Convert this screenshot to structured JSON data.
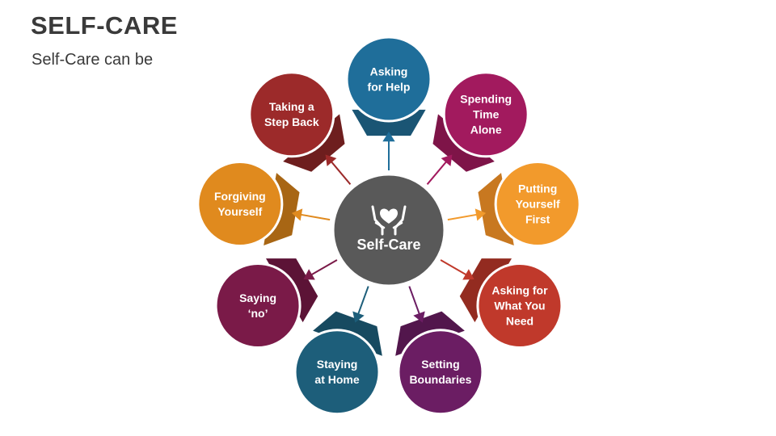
{
  "header": {
    "title": "SELF-CARE",
    "subtitle": "Self-Care can be"
  },
  "center": {
    "label": "Self-Care",
    "icon": "heart-in-hands-icon",
    "color": "#595959"
  },
  "nodes": [
    {
      "id": "asking-for-help",
      "lines": [
        "Asking",
        "for Help"
      ],
      "color": "#1F6E9A",
      "dark": "#1A5574"
    },
    {
      "id": "spending-time-alone",
      "lines": [
        "Spending",
        "Time",
        "Alone"
      ],
      "color": "#A21A5E",
      "dark": "#7E1448"
    },
    {
      "id": "putting-yourself-first",
      "lines": [
        "Putting",
        "Yourself",
        "First"
      ],
      "color": "#F29A2C",
      "dark": "#C87820"
    },
    {
      "id": "asking-for-what-you-need",
      "lines": [
        "Asking for",
        "What You",
        "Need"
      ],
      "color": "#C0392B",
      "dark": "#932B20"
    },
    {
      "id": "setting-boundaries",
      "lines": [
        "Setting",
        "Boundaries"
      ],
      "color": "#6B1D63",
      "dark": "#52164C"
    },
    {
      "id": "staying-at-home",
      "lines": [
        "Staying",
        "at Home"
      ],
      "color": "#1D5E7A",
      "dark": "#174A60"
    },
    {
      "id": "saying-no",
      "lines": [
        "Saying",
        "‘no’"
      ],
      "color": "#7A1A48",
      "dark": "#5C1336"
    },
    {
      "id": "forgiving-yourself",
      "lines": [
        "Forgiving",
        "Yourself"
      ],
      "color": "#E08A1E",
      "dark": "#A86614"
    },
    {
      "id": "taking-a-step-back",
      "lines": [
        "Taking a",
        "Step Back"
      ],
      "color": "#9C2A2A",
      "dark": "#6E1E1E"
    }
  ]
}
